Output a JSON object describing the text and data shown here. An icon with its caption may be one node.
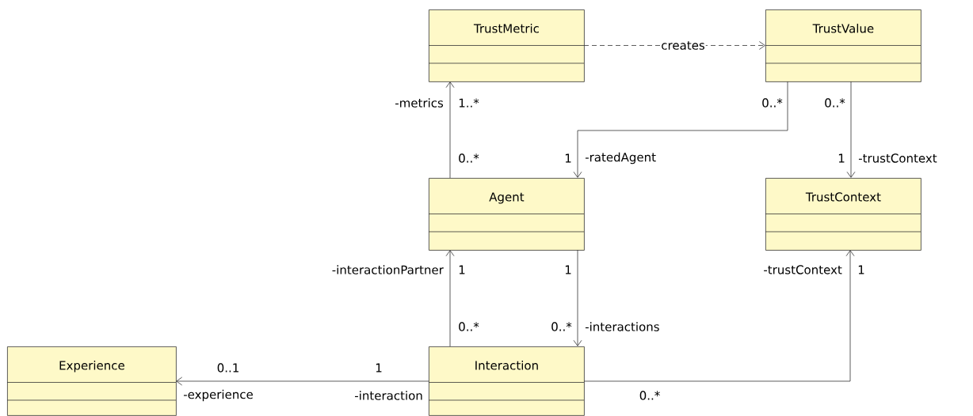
{
  "diagram": {
    "nodes": [
      {
        "text": [
          "TrustMetric"
        ]
      },
      {
        "text": [
          "TrustValue"
        ]
      },
      {
        "text": [
          "Agent"
        ]
      },
      {
        "text": [
          "TrustContext"
        ]
      },
      {
        "text": [
          "Experience"
        ]
      },
      {
        "text": [
          "Interaction"
        ]
      }
    ],
    "edges": [
      {
        "from": 0,
        "to": 1,
        "arrow": "to",
        "style": "dashed",
        "label": "creates"
      },
      {
        "from": 2,
        "to": 0,
        "arrow": "to"
      },
      {
        "from": 1,
        "to": 2,
        "arrow": "to"
      },
      {
        "from": 1,
        "to": 3,
        "arrow": "to"
      },
      {
        "from": 5,
        "to": 2,
        "arrow": "to"
      },
      {
        "from": 2,
        "to": 5,
        "arrow": "to"
      },
      {
        "from": 5,
        "to": 4,
        "arrow": "to"
      },
      {
        "from": 5,
        "to": 3,
        "arrow": "to"
      }
    ],
    "labels": [
      "-metrics",
      "1..*",
      "0..*",
      "0..*",
      "0..*",
      "1",
      "-ratedAgent",
      "1",
      "-trustContext",
      "-interactionPartner",
      "1",
      "1",
      "-trustContext",
      "1",
      "0..*",
      "0..*",
      "-interactions",
      "0..1",
      "1",
      "-experience",
      "-interaction",
      "0..*"
    ]
  }
}
